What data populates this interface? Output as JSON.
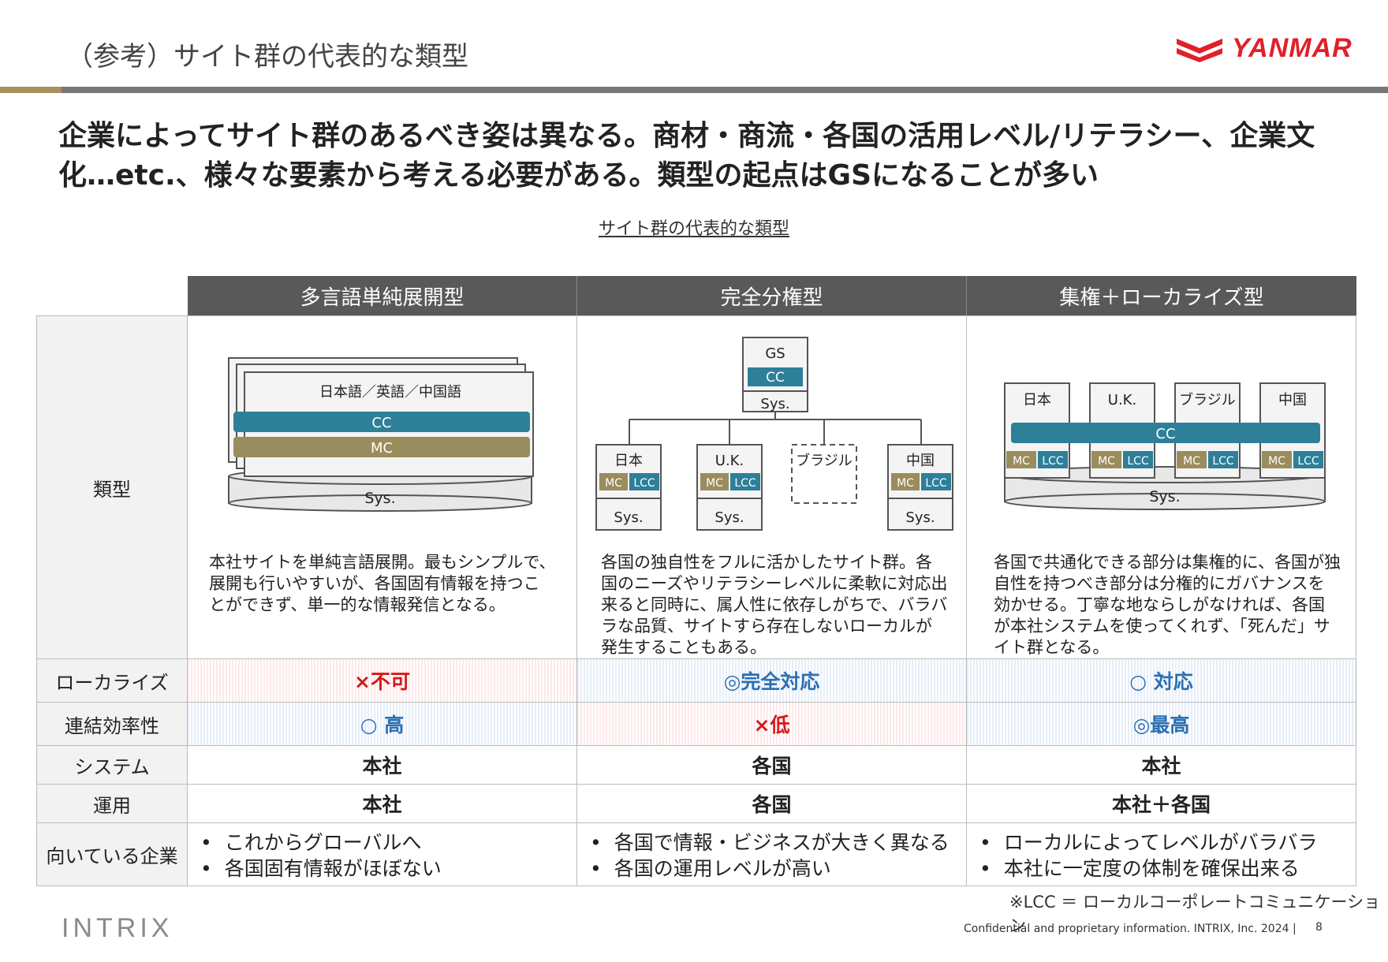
{
  "header": {
    "title": "（参考）サイト群の代表的な類型",
    "logo_text": "YANMAR"
  },
  "headline": "企業によってサイト群のあるべき姿は異なる。商材・商流・各国の活用レベル/リテラシー、企業文化…etc.、様々な要素から考える必要がある。類型の起点はGSになることが多い",
  "caption": "サイト群の代表的な類型",
  "columns": [
    "多言語単純展開型",
    "完全分権型",
    "集権＋ローカライズ型"
  ],
  "rows": {
    "type_label": "類型",
    "localize_label": "ローカライズ",
    "efficiency_label": "連結効率性",
    "system_label": "システム",
    "operation_label": "運用",
    "fit_label": "向いている企業"
  },
  "diagram1": {
    "lang": "日本語／英語／中国語",
    "cc": "CC",
    "mc": "MC",
    "sys": "Sys."
  },
  "diagram2": {
    "gs": "GS",
    "cc": "CC",
    "sys": "Sys.",
    "mc": "MC",
    "lcc": "LCC",
    "countries": [
      "日本",
      "U.K.",
      "ブラジル",
      "中国"
    ]
  },
  "diagram3": {
    "countries": [
      "日本",
      "U.K.",
      "ブラジル",
      "中国"
    ],
    "cc": "CC",
    "mc": "MC",
    "lcc": "LCC",
    "sys": "Sys."
  },
  "descriptions": [
    "本社サイトを単純言語展開。最もシンプルで、展開も行いやすいが、各国固有情報を持つことができず、単一的な情報発信となる。",
    "各国の独自性をフルに活かしたサイト群。各国のニーズやリテラシーレベルに柔軟に対応出来ると同時に、属人性に依存しがちで、バラバラな品質、サイトすら存在しないローカルが発生することもある。",
    "各国で共通化できる部分は集権的に、各国が独自性を持つべき部分は分権的にガバナンスを効かせる。丁寧な地ならしがなければ、各国が本社システムを使ってくれず、「死んだ」サイト群となる。"
  ],
  "localize": [
    "×不可",
    "◎完全対応",
    "○ 対応"
  ],
  "efficiency": [
    "○ 高",
    "×低",
    "◎最高"
  ],
  "system": [
    "本社",
    "各国",
    "本社"
  ],
  "operation": [
    "本社",
    "各国",
    "本社＋各国"
  ],
  "fit": [
    [
      "これからグローバルへ",
      "各国固有情報がほぼない"
    ],
    [
      "各国で情報・ビジネスが大きく異なる",
      "各国の運用レベルが高い"
    ],
    [
      "ローカルによってレベルがバラバラ",
      "本社に一定度の体制を確保出来る"
    ]
  ],
  "note": "※LCC ＝ ローカルコーポレートコミュニケーション",
  "footer": {
    "logo": "INTRIX",
    "text": "Confidential and proprietary information. INTRIX, Inc. 2024 |",
    "page": "8"
  },
  "colors": {
    "cc": "#2e7f98",
    "mc": "#9a8c5c",
    "header": "#595959",
    "red": "#d51a1a",
    "blue": "#2a6fb4"
  }
}
